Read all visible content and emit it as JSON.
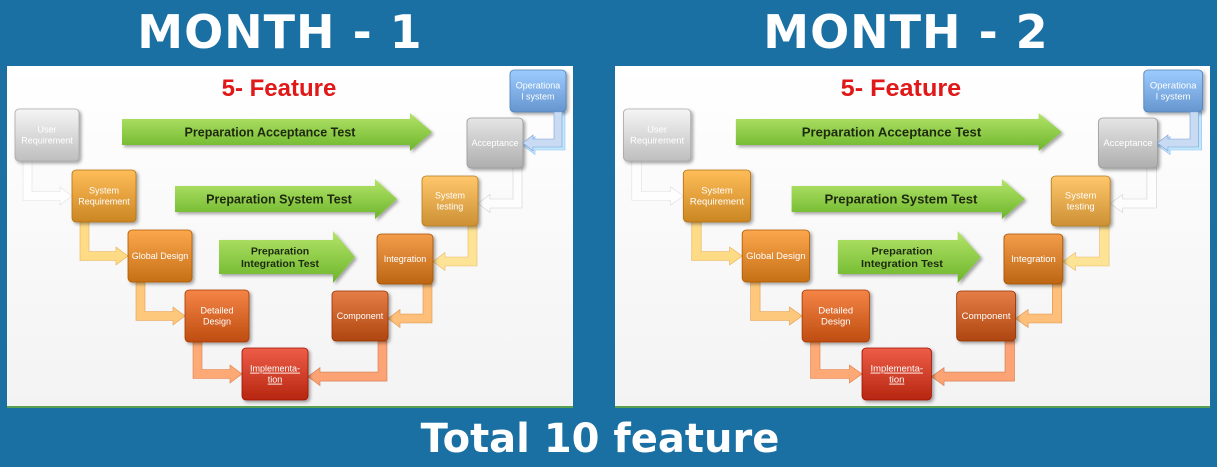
{
  "headings": {
    "month1": "MONTH - 1",
    "month2": "MONTH - 2",
    "total": "Total 10 feature"
  },
  "panels": [
    {
      "feature_title": "5- Feature",
      "left_steps": [
        {
          "label_lines": [
            "User",
            "Requirement"
          ],
          "color": "#c8c8c8"
        },
        {
          "label_lines": [
            "System",
            "Requirement"
          ],
          "color": "#d4902c"
        },
        {
          "label_lines": [
            "Global Design"
          ],
          "color": "#cf7a20"
        },
        {
          "label_lines": [
            "Detailed",
            "Design"
          ],
          "color": "#c8571a"
        },
        {
          "label_lines": [
            "Implementa-",
            "tion"
          ],
          "color": "#c0301a"
        }
      ],
      "right_steps": [
        {
          "label_lines": [
            "Component"
          ],
          "color": "#b8501a"
        },
        {
          "label_lines": [
            "Integration"
          ],
          "color": "#c6701e"
        },
        {
          "label_lines": [
            "System",
            "testing"
          ],
          "color": "#d69a3e"
        },
        {
          "label_lines": [
            "Acceptance"
          ],
          "color": "#b8b8b8"
        },
        {
          "label_lines": [
            "Operationa",
            "l system"
          ],
          "color": "#6f9fd8"
        }
      ],
      "prep_arrows": [
        {
          "label_lines": [
            "Preparation Acceptance Test"
          ]
        },
        {
          "label_lines": [
            "Preparation System Test"
          ]
        },
        {
          "label_lines": [
            "Preparation",
            "Integration Test"
          ]
        }
      ]
    },
    {
      "feature_title": "5- Feature",
      "left_steps": [
        {
          "label_lines": [
            "User",
            "Requirement"
          ],
          "color": "#c8c8c8"
        },
        {
          "label_lines": [
            "System",
            "Requirement"
          ],
          "color": "#d4902c"
        },
        {
          "label_lines": [
            "Global Design"
          ],
          "color": "#cf7a20"
        },
        {
          "label_lines": [
            "Detailed",
            "Design"
          ],
          "color": "#c8571a"
        },
        {
          "label_lines": [
            "Implementa-",
            "tion"
          ],
          "color": "#c0301a"
        }
      ],
      "right_steps": [
        {
          "label_lines": [
            "Component"
          ],
          "color": "#b8501a"
        },
        {
          "label_lines": [
            "Integration"
          ],
          "color": "#c6701e"
        },
        {
          "label_lines": [
            "System",
            "testing"
          ],
          "color": "#d69a3e"
        },
        {
          "label_lines": [
            "Acceptance"
          ],
          "color": "#b8b8b8"
        },
        {
          "label_lines": [
            "Operationa",
            "l system"
          ],
          "color": "#6f9fd8"
        }
      ],
      "prep_arrows": [
        {
          "label_lines": [
            "Preparation Acceptance Test"
          ]
        },
        {
          "label_lines": [
            "Preparation System Test"
          ]
        },
        {
          "label_lines": [
            "Preparation",
            "Integration Test"
          ]
        }
      ]
    }
  ],
  "colors": {
    "background": "#1a6fa3",
    "feature_title": "#e01818",
    "prep_arrow": "#8ccd3c"
  }
}
